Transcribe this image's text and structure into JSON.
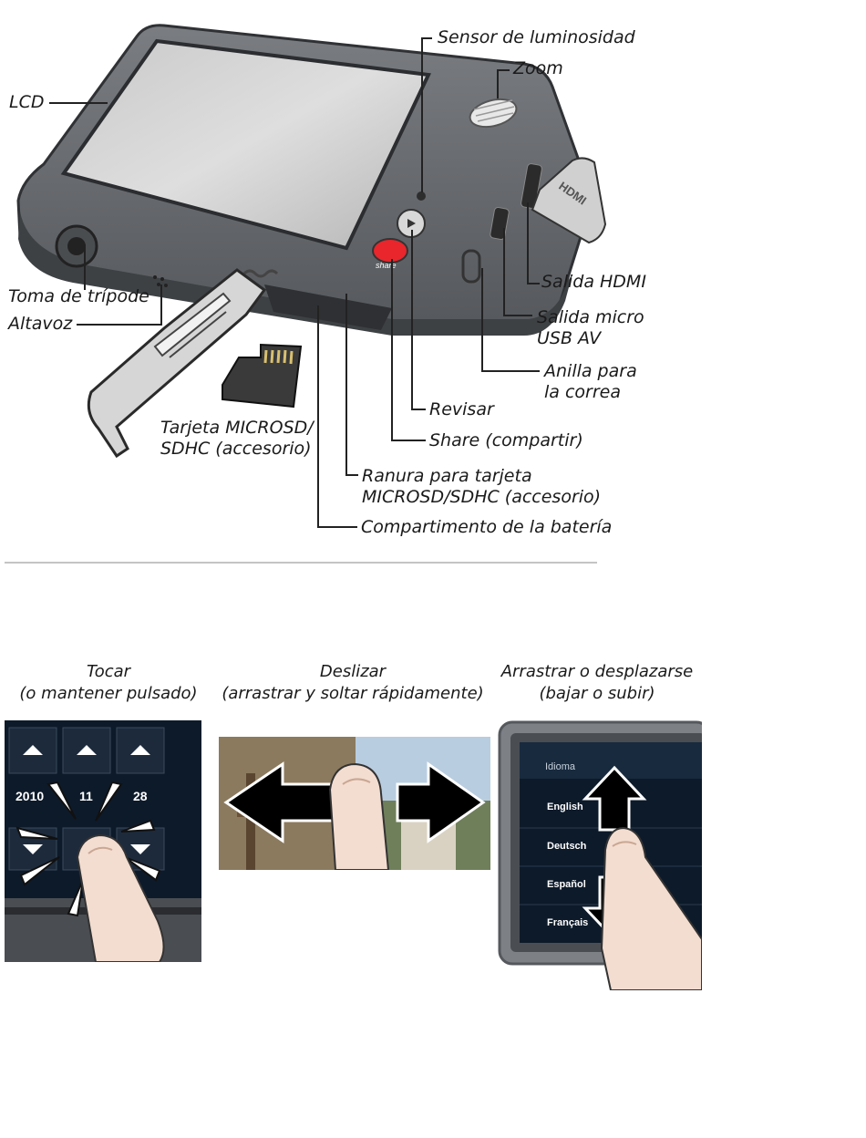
{
  "camera_labels": {
    "sensor": "Sensor de luminosidad",
    "zoom": "Zoom",
    "lcd": "LCD",
    "tripod": "Toma de trípode",
    "speaker": "Altavoz",
    "hdmi": "Salida HDMI",
    "usb": "Salida micro\nUSB AV",
    "strap": "Anilla para\nla correa",
    "review": "Revisar",
    "share": "Share (compartir)",
    "sdcard": "Tarjeta MICROSD/\nSDHC (accesorio)",
    "slot": "Ranura para tarjeta\nMICROSD/SDHC (accesorio)",
    "battery": "Compartimento de la batería"
  },
  "camera_markings": {
    "hdmi_port": "HDMI",
    "share_button": "share"
  },
  "gestures": [
    {
      "caption": "Tocar\n(o mantener pulsado)",
      "date": [
        "2010",
        "11",
        "28"
      ]
    },
    {
      "caption": "Deslizar\n(arrastrar y soltar rápidamente)"
    },
    {
      "caption": "Arrastrar o desplazarse\n(bajar o subir)",
      "menu_title": "Idioma",
      "menu_items": [
        "English",
        "Deutsch",
        "Español",
        "Français"
      ]
    }
  ],
  "colors": {
    "camera_body": "#6b6e72",
    "share_button": "#e8262c",
    "screen_dark": "#0d1a2a"
  }
}
